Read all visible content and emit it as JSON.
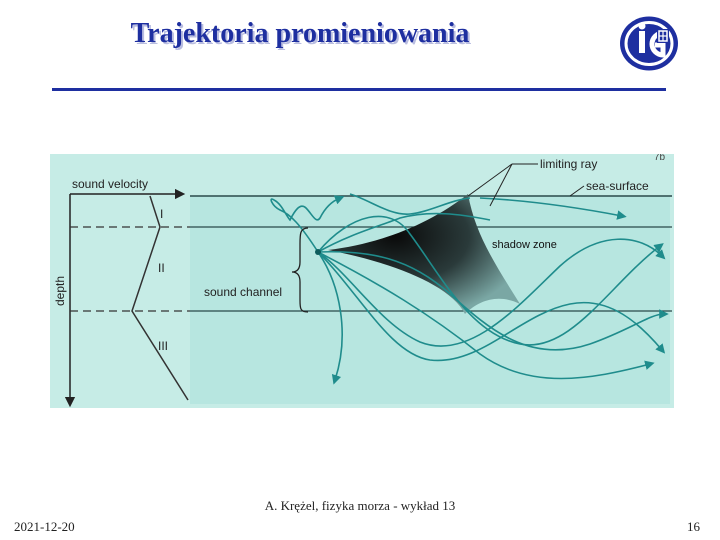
{
  "slide": {
    "title": "Trajektoria promieniowania",
    "footer_center": "A. Krężel, fizyka morza - wykład 13",
    "footer_date": "2021-12-20",
    "page_number": "16"
  },
  "figure": {
    "sound_velocity_label": "sound velocity",
    "depth_label": "depth",
    "zone_labels": [
      "I",
      "II",
      "III"
    ],
    "limiting_ray_label": "limiting ray",
    "sea_surface_label": "sea-surface",
    "shadow_zone_label": "shadow zone",
    "sound_channel_label": "sound channel",
    "corner_mark": "7b"
  },
  "colors": {
    "title": "#1e2fa0",
    "figure_bg": "#bfe9e4",
    "ray": "#1f8c8c"
  }
}
